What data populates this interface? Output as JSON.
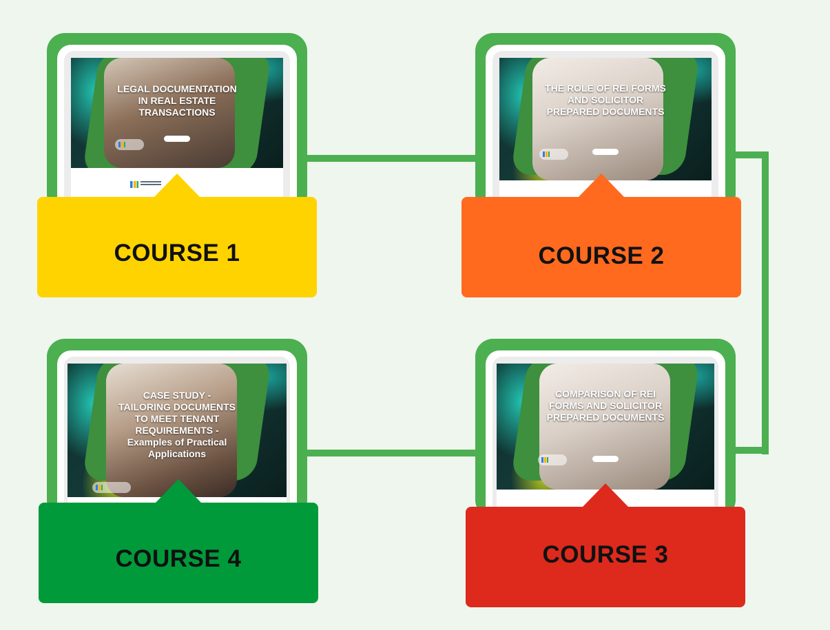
{
  "colors": {
    "background": "#eef6ee",
    "frame_green": "#4caf50",
    "course_1": "#ffd300",
    "course_2": "#ff6a1f",
    "course_3": "#dd2a1d",
    "course_4": "#009a3b"
  },
  "courses": [
    {
      "label": "COURSE 1",
      "thumb_title": "LEGAL DOCUMENTATION IN REAL ESTATE TRANSACTIONS"
    },
    {
      "label": "COURSE 2",
      "thumb_title": "THE ROLE OF REI FORMS AND SOLICITOR PREPARED DOCUMENTS"
    },
    {
      "label": "COURSE 3",
      "thumb_title": "COMPARISON OF REI FORMS AND SOLICITOR PREPARED DOCUMENTS"
    },
    {
      "label": "COURSE 4",
      "thumb_title": "CASE STUDY - TAILORING DOCUMENTS TO MEET TENANT REQUIREMENTS - Examples of Practical Applications"
    }
  ]
}
